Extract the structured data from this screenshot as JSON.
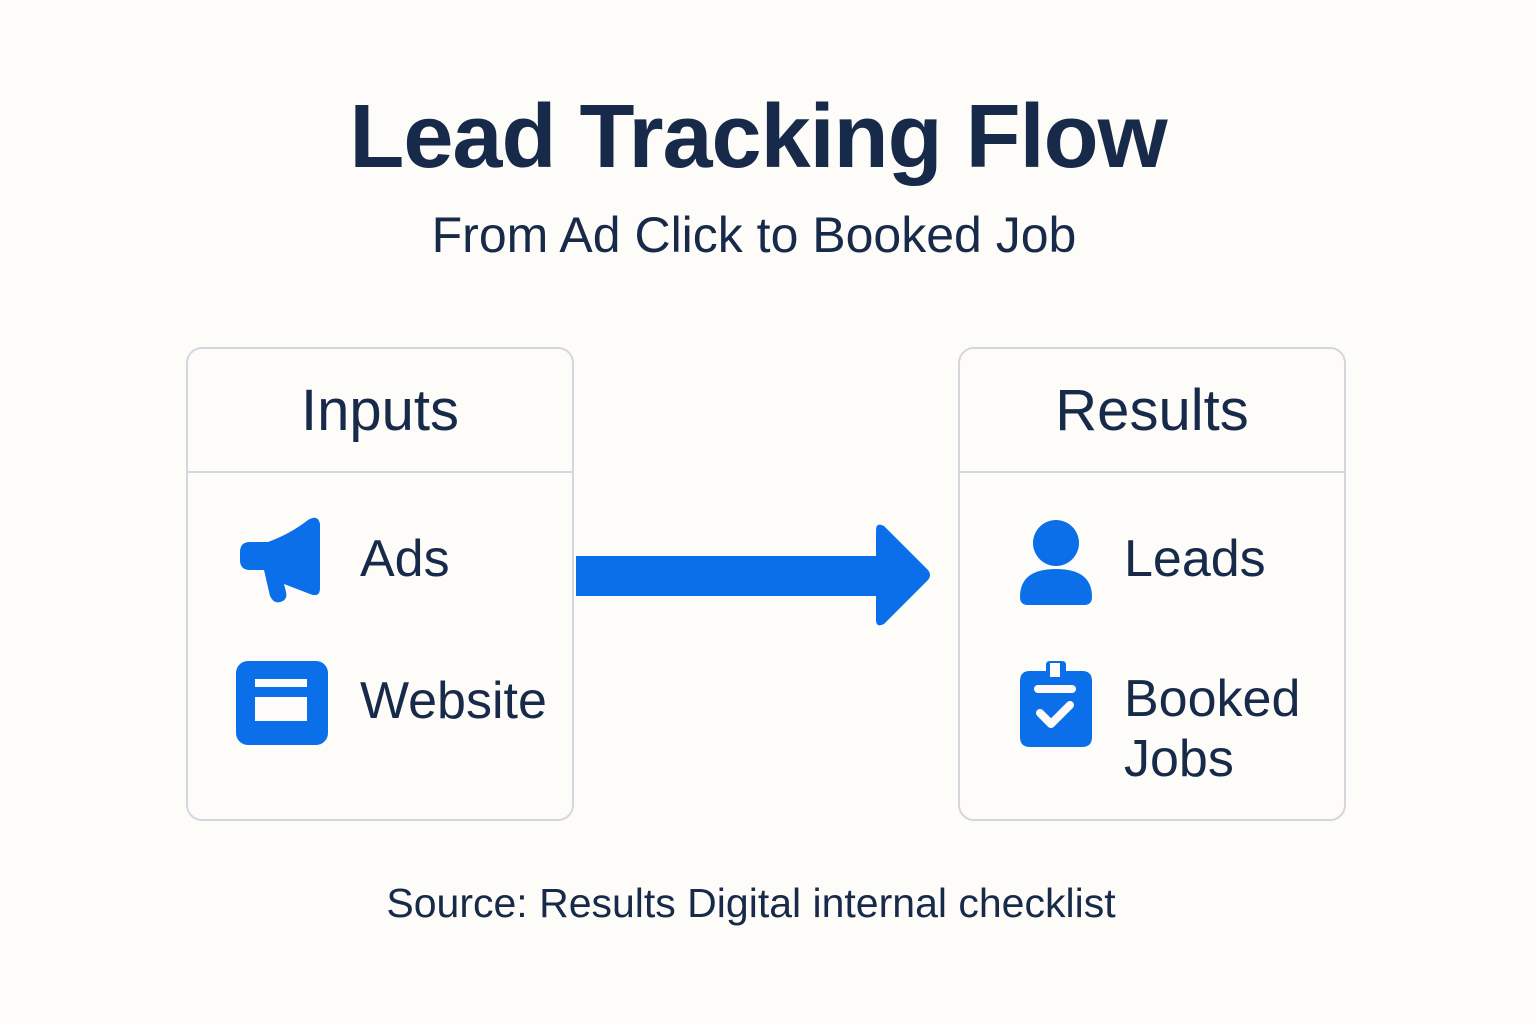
{
  "header": {
    "title": "Lead Tracking Flow",
    "subtitle": "From Ad Click to Booked Job"
  },
  "inputs_box": {
    "title": "Inputs",
    "items": [
      {
        "label": "Ads",
        "icon": "megaphone-icon"
      },
      {
        "label": "Website",
        "icon": "browser-window-icon"
      }
    ]
  },
  "flow_arrow": {
    "icon": "arrow-right-icon",
    "direction": "right"
  },
  "results_box": {
    "title": "Results",
    "items": [
      {
        "label": "Leads",
        "icon": "user-icon"
      },
      {
        "label_line1": "Booked",
        "label_line2": "Jobs",
        "icon": "clipboard-check-icon"
      }
    ]
  },
  "footer": {
    "source": "Source: Results Digital internal checklist"
  },
  "colors": {
    "accent": "#0a6fe8",
    "text": "#172a4a",
    "border": "#d4d7de",
    "background": "#fdfcf9"
  }
}
